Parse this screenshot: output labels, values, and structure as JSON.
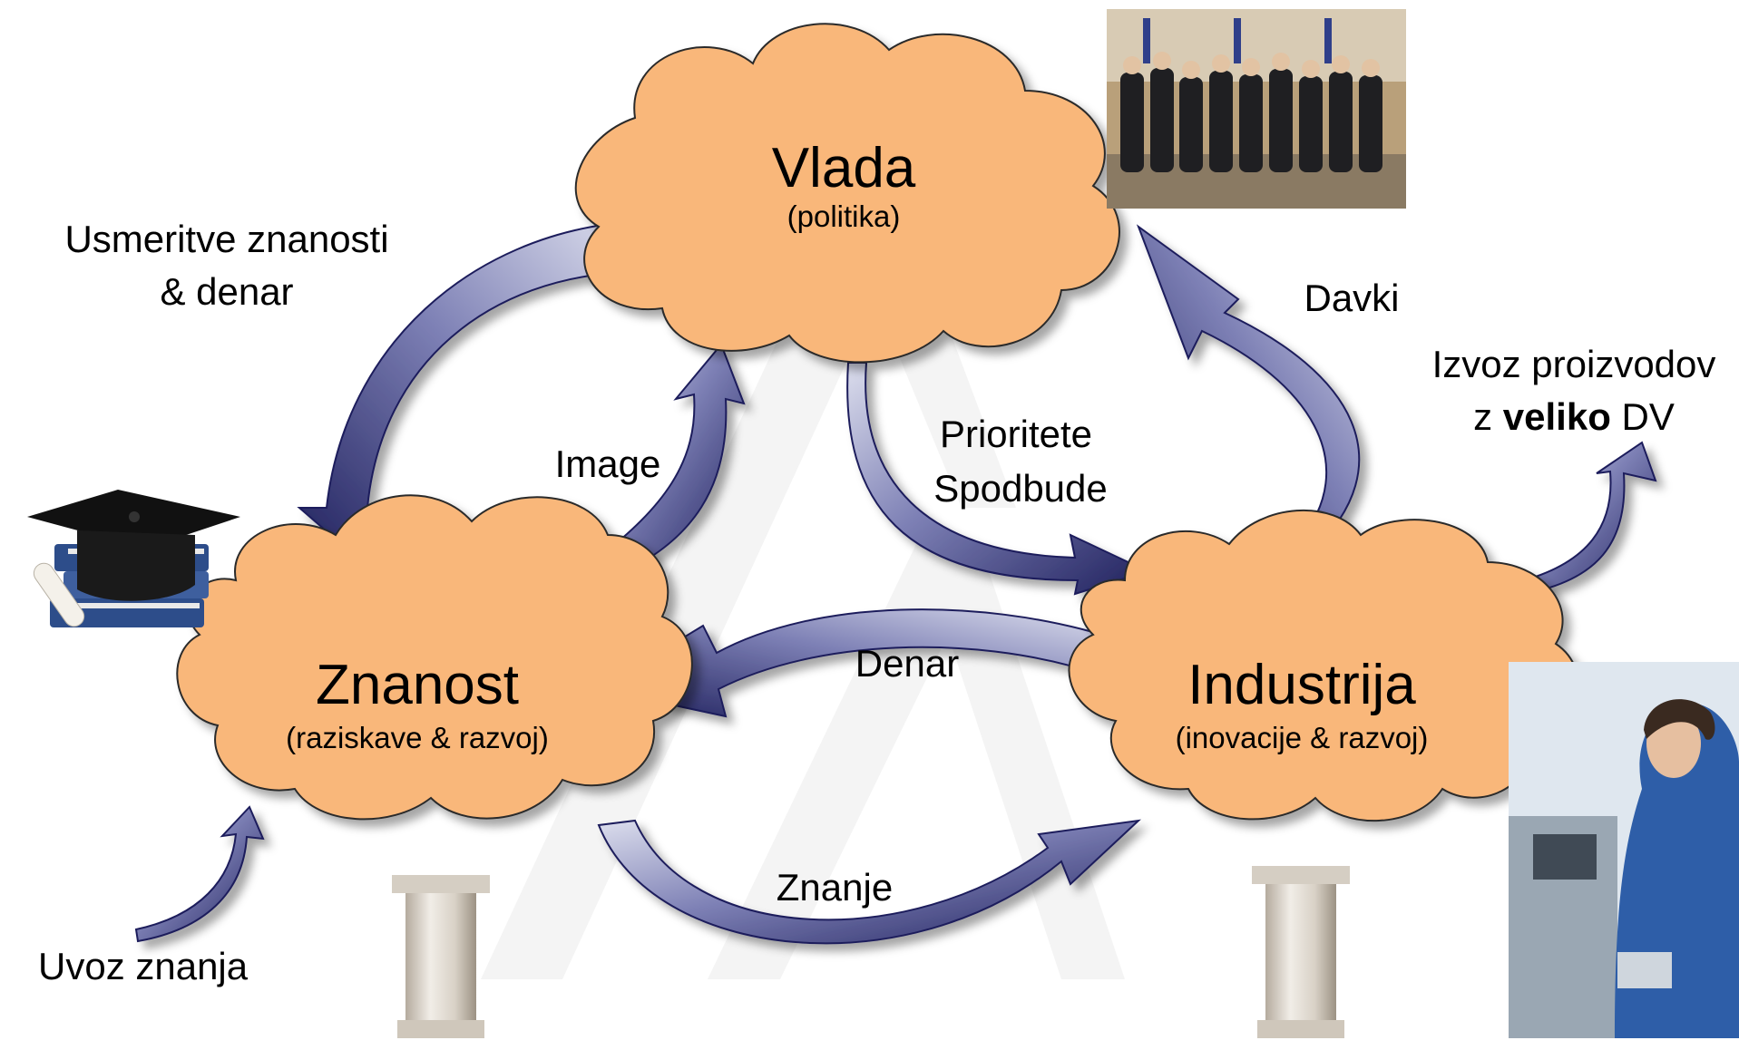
{
  "colors": {
    "cloud_fill": "#f9b77a",
    "cloud_stroke": "#2b2b2b",
    "arrow_dark": "#1e1f5c",
    "arrow_light": "#b9bcd6",
    "watermark": "#f2f2f2"
  },
  "nodes": {
    "vlada": {
      "title": "Vlada",
      "subtitle": "(politika)"
    },
    "znanost": {
      "title": "Znanost",
      "subtitle": "(raziskave & razvoj)"
    },
    "industrija": {
      "title": "Industrija",
      "subtitle": "(inovacije & razvoj)"
    }
  },
  "edges": {
    "usmeritve_line1": "Usmeritve znanosti",
    "usmeritve_line2": "& denar",
    "image": "Image",
    "prioritete_line1": "Prioritete",
    "prioritete_line2": "Spodbude",
    "davki": "Davki",
    "denar": "Denar",
    "znanje": "Znanje",
    "uvoz": "Uvoz znanja",
    "izvoz_line1": "Izvoz proizvodov",
    "izvoz_line2_pre": "z",
    "izvoz_line2_bold": "veliko",
    "izvoz_line2_post": "DV"
  },
  "icons": {
    "photo_top": "government-group-photo",
    "photo_left": "graduation-cap-books-icon",
    "photo_right": "industry-worker-photo",
    "pillar": "column-pillar-icon"
  }
}
